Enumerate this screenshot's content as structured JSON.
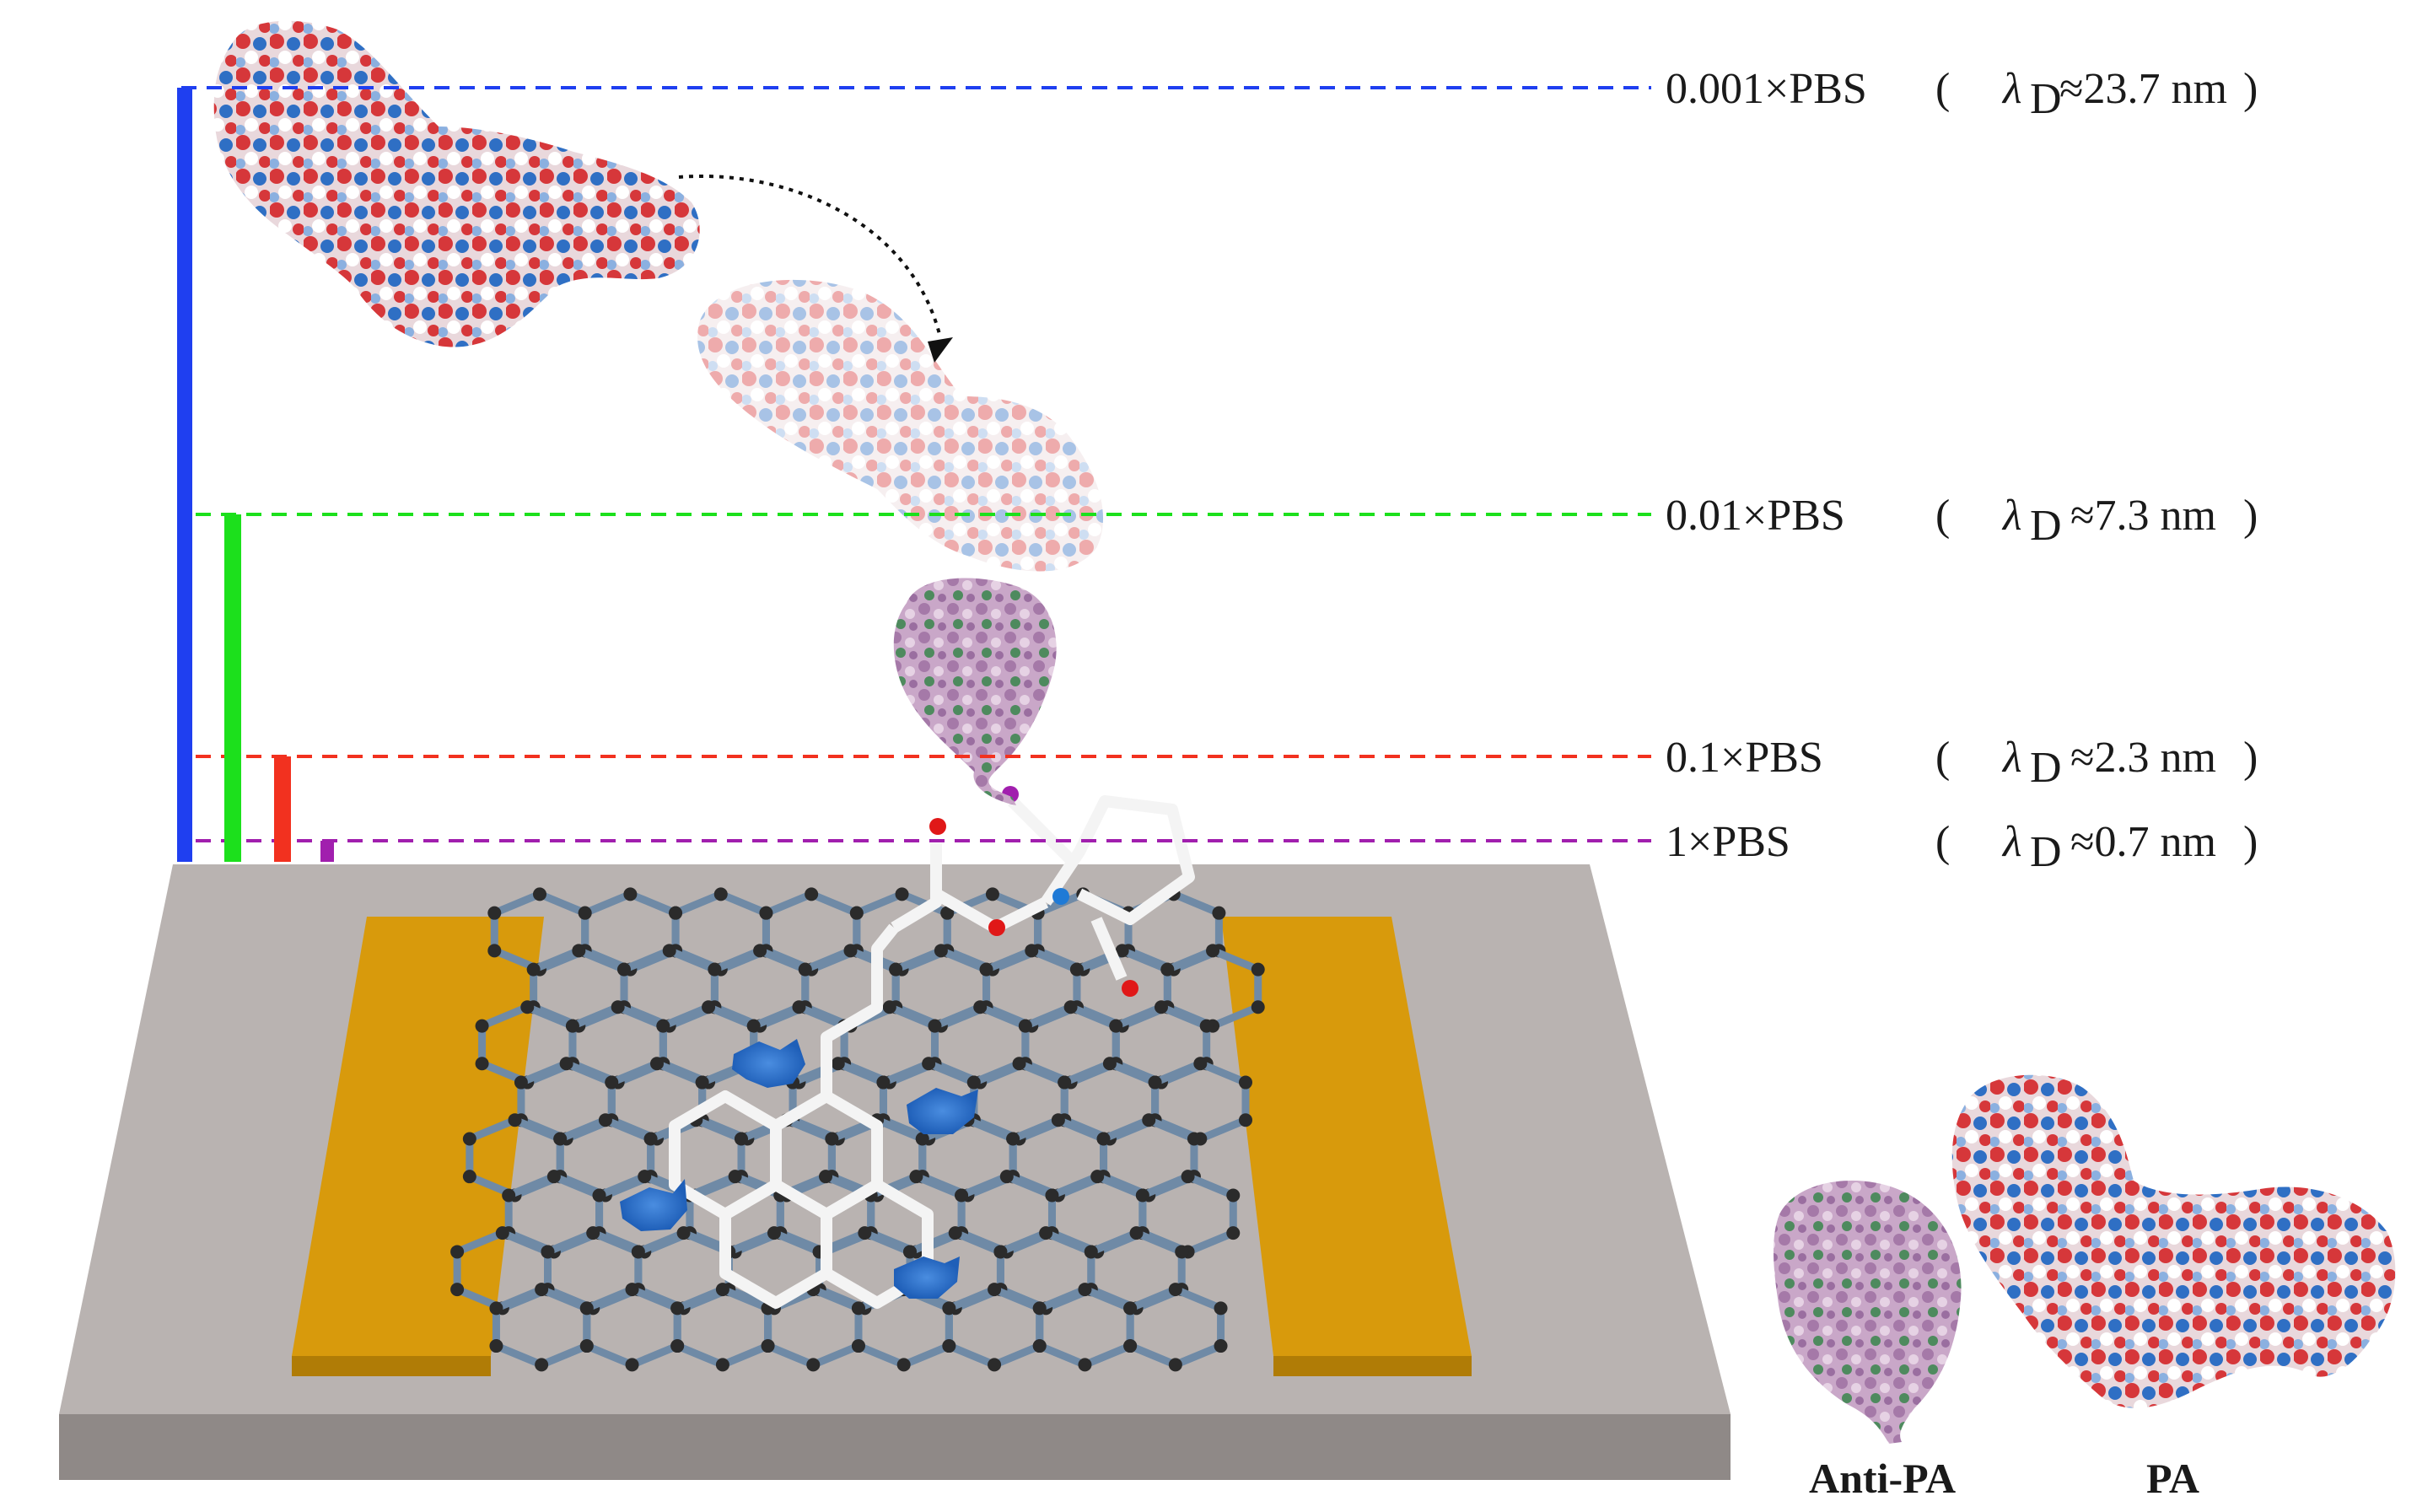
{
  "levels": [
    {
      "buffer": "0.001×PBS",
      "paren_open": "(",
      "lambda": "λ",
      "sub": "D",
      "value": "≈23.7 nm",
      "paren_close": ")",
      "color": "#1f3ff0"
    },
    {
      "buffer": "0.01×PBS",
      "paren_open": "(",
      "lambda": "λ",
      "sub": "D",
      "value": "≈7.3 nm",
      "paren_close": ")",
      "color": "#1ce01c"
    },
    {
      "buffer": "0.1×PBS",
      "paren_open": "(",
      "lambda": "λ",
      "sub": "D",
      "value": "≈2.3 nm",
      "paren_close": ")",
      "color": "#f2311f"
    },
    {
      "buffer": "1×PBS",
      "paren_open": "(",
      "lambda": "λ",
      "sub": "D",
      "value": "≈0.7 nm",
      "paren_close": ")",
      "color": "#a11fae"
    }
  ],
  "legend": {
    "anti_pa": "Anti-PA",
    "pa": "PA"
  },
  "colors": {
    "substrate_top": "#b9b3b1",
    "substrate_side": "#8f8987",
    "electrode": "#d89a0c",
    "graphene_bond": "#6f8aa6",
    "antibody": "#b48bb8",
    "protein_red": "#d6373a",
    "protein_blue": "#2f6fc4"
  }
}
